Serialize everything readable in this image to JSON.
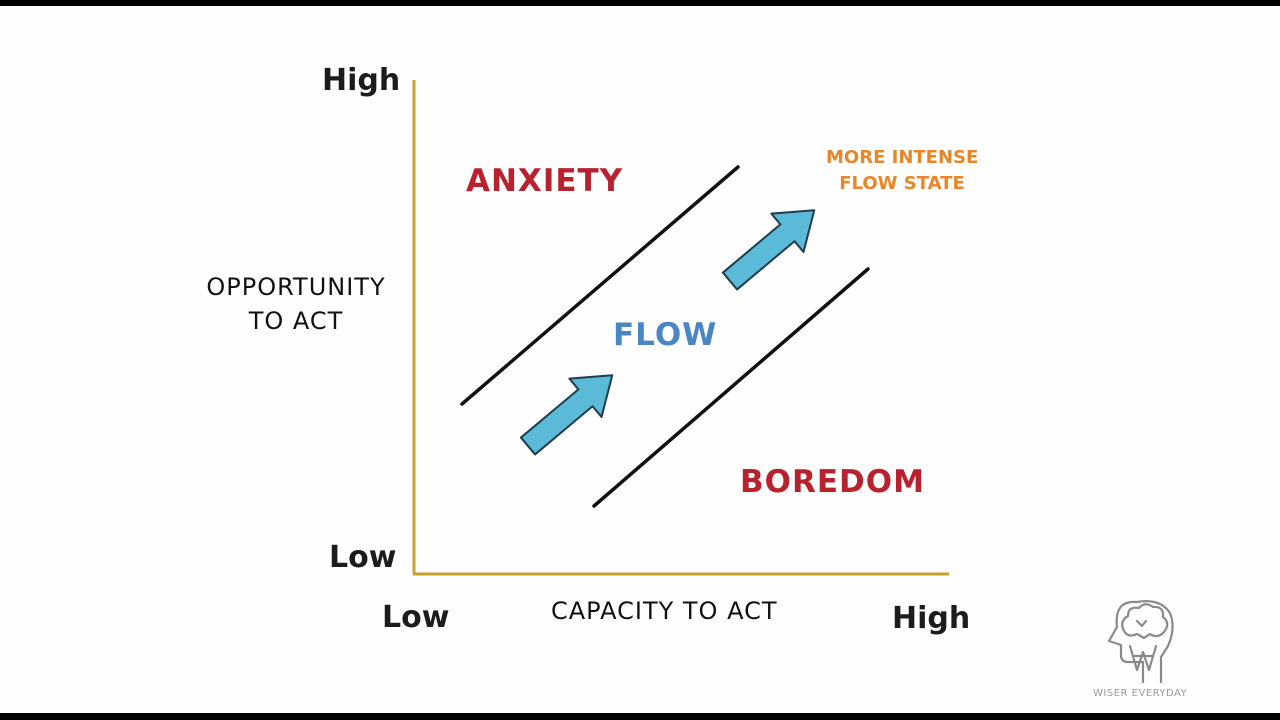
{
  "diagram": {
    "title": "Flow state diagram",
    "y_axis": {
      "title_line1": "OPPORTUNITY",
      "title_line2": "TO ACT",
      "high_label": "High",
      "low_label": "Low"
    },
    "x_axis": {
      "title": "CAPACITY TO ACT",
      "high_label": "High",
      "low_label": "Low"
    },
    "regions": {
      "anxiety": "ANXIETY",
      "flow": "FLOW",
      "boredom": "BOREDOM"
    },
    "annotation": {
      "line1": "MORE INTENSE",
      "line2": "FLOW STATE"
    },
    "colors": {
      "axis": "#c9a227",
      "anxiety": "#b8222e",
      "boredom": "#b8222e",
      "flow": "#4a86c4",
      "annotation": "#e8872a",
      "arrow_fill": "#5bbad8",
      "arrow_stroke": "#1f3d4a",
      "channel_line": "#111111"
    }
  },
  "branding": {
    "logo_text": "WISER EVERYDAY",
    "logo_icon": "head-brain-icon"
  }
}
